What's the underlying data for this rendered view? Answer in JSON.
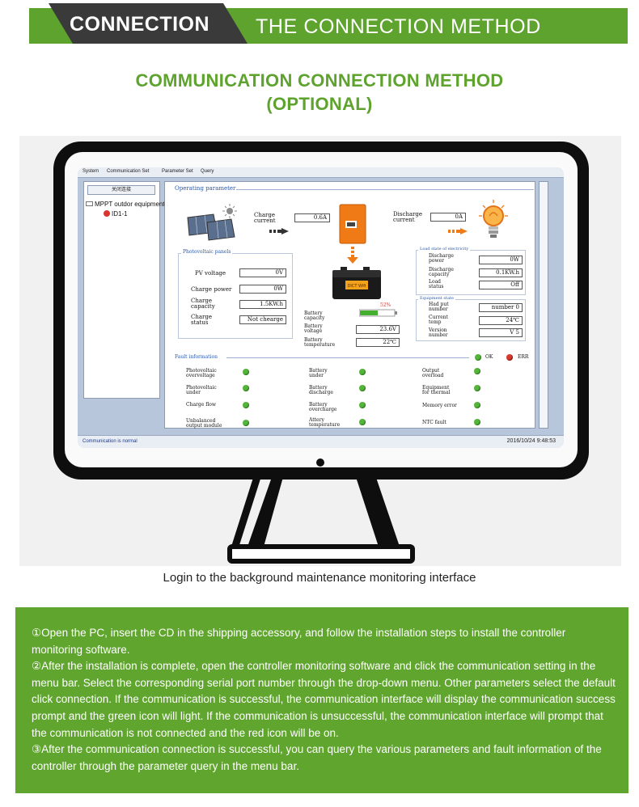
{
  "header": {
    "key": "CONNECTION",
    "title": "THE CONNECTION METHOD",
    "colors": {
      "dark": "#3a3a3a",
      "green": "#5ea32d"
    }
  },
  "headline": {
    "line1": "COMMUNICATION CONNECTION METHOD",
    "line2": "(OPTIONAL)"
  },
  "app": {
    "menu": [
      "System",
      "Communication Set",
      "Parameter Set",
      "Query"
    ],
    "close_button": "关闭连接",
    "tree": {
      "root": "MPPT outdor equipment",
      "child": "ID1-1"
    },
    "operating_title": "Operating parameter",
    "charge_current": {
      "label": "Charge\ncurrent",
      "value": "0.6A"
    },
    "discharge_current": {
      "label": "Discharge\ncurrent",
      "value": "0A"
    },
    "controller_label": "DICT Wifi",
    "pv_panel": {
      "title": "Photovoltaic panels",
      "rows": [
        {
          "label": "PV voltage",
          "value": "0V"
        },
        {
          "label": "Charge power",
          "value": "0W"
        },
        {
          "label": "Charge\ncapacity",
          "value": "1.5KW.h"
        },
        {
          "label": "Charge\nstatus",
          "value": "Not chearge"
        }
      ]
    },
    "battery": {
      "percent": "52%",
      "rows": [
        {
          "label": "Battery\ncapacity",
          "value": ""
        },
        {
          "label": "Battery\nvoltage",
          "value": "23.6V"
        },
        {
          "label": "Battery\ntemperature",
          "value": "22℃"
        }
      ]
    },
    "load_state": {
      "title": "Load state of electricity",
      "rows": [
        {
          "label": "Discharge\npower",
          "value": "0W"
        },
        {
          "label": "Discharge\ncapacity",
          "value": "0.1KW.h"
        },
        {
          "label": "Load\nstatus",
          "value": "Off"
        }
      ]
    },
    "equipment_state": {
      "title": "Equipment state",
      "rows": [
        {
          "label": "Had put\nnumber",
          "value": "number 0"
        },
        {
          "label": "Current\ntemp",
          "value": "24℃"
        },
        {
          "label": "Version\nnumber",
          "value": "V 5"
        }
      ]
    },
    "fault": {
      "title": "Fault information",
      "legend_ok": "OK",
      "legend_err": "ERR",
      "col1": [
        "Photovoltaic\novervoltage",
        "Photovoltaic\nunder",
        "Charge flow",
        "Unbalanced\noutput module"
      ],
      "col2": [
        "Battery\nunder",
        "Battery\ndischarge",
        "Battery\novercharge",
        "Attery\ntemperature"
      ],
      "col3": [
        "Output\noverload",
        "Equipment\nfor thermal",
        "Memory error",
        "NTC fault"
      ]
    },
    "status_left": "Communication is normal",
    "status_right": "2016/10/24 9:48:53"
  },
  "caption": "Login to the background maintenance monitoring interface",
  "instructions": {
    "step1": "①Open the PC, insert the CD in the shipping accessory, and follow the installation steps to install the controller monitoring software.",
    "step2": "②After the installation is complete, open the controller monitoring software and click the communication setting in the menu bar. Select the corresponding serial port number through the drop-down menu. Other parameters select the default click connection. If the communication is successful, the communication interface will display the communication success prompt and the green icon will light. If the communication is unsuccessful, the communication interface will prompt that the communication is not connected and the red icon will be on.",
    "step3": "③After the communication connection is successful, you can query the various parameters and fault information of the controller through the parameter query in the menu bar.",
    "color": "#5fa52e"
  }
}
